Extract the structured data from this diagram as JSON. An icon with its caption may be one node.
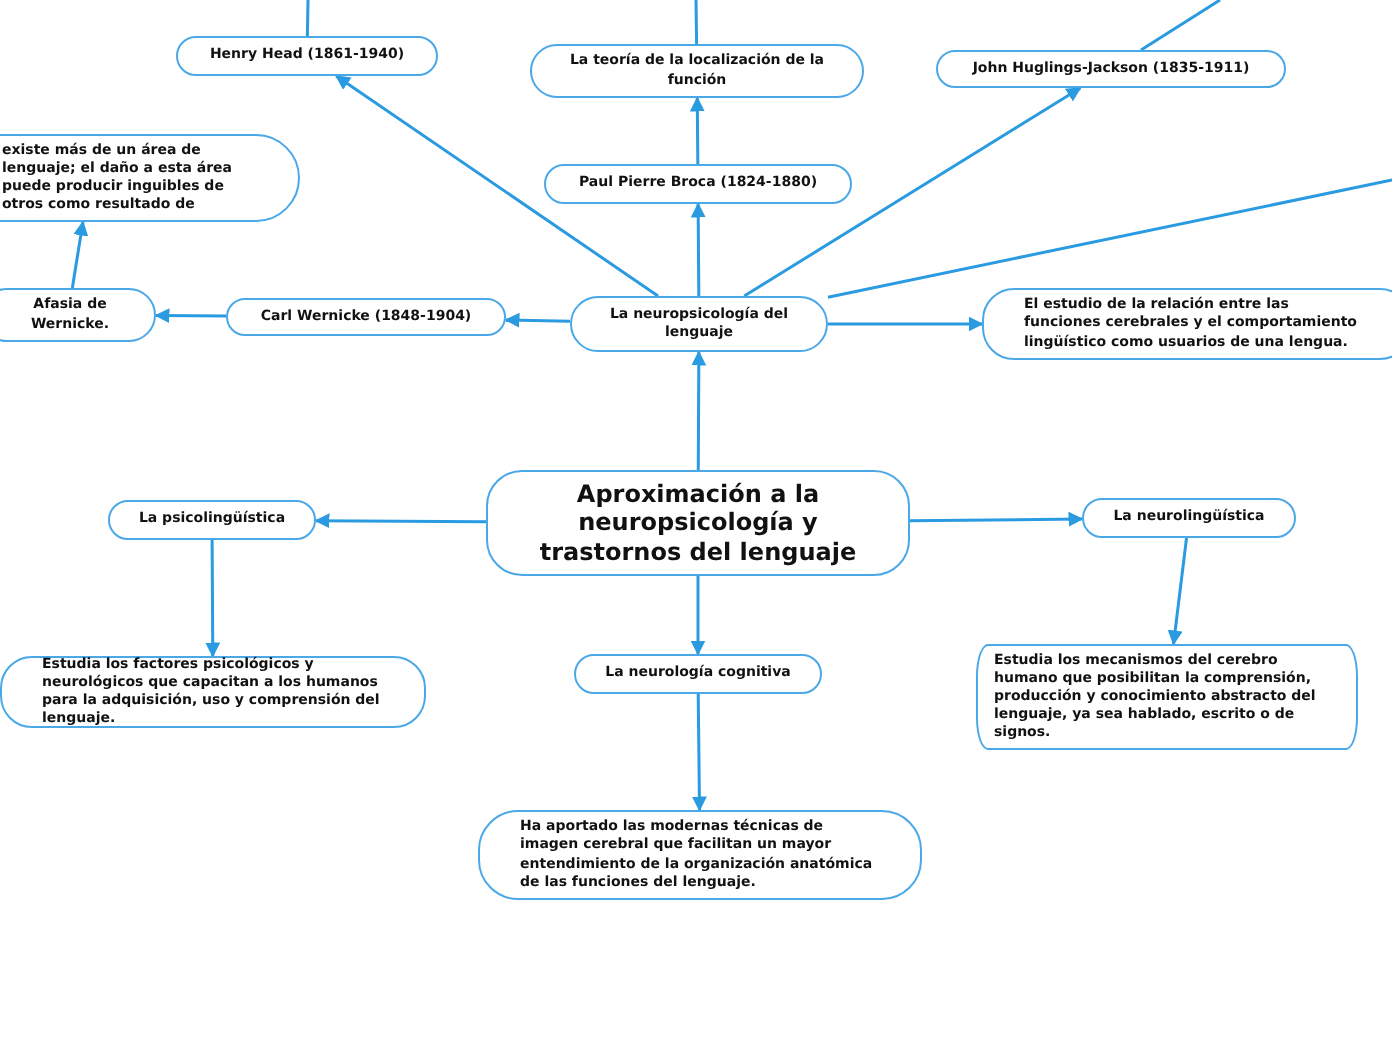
{
  "diagram": {
    "nodes": [
      {
        "text": [
          "Aproximación a la neuropsicología y trastornos del lenguaje"
        ]
      },
      {
        "text": [
          "La neuropsicología del lenguaje"
        ]
      },
      {
        "text": [
          "Henry Head (1861-1940)"
        ]
      },
      {
        "text": [
          "Paul Pierre Broca (1824-1880)"
        ]
      },
      {
        "text": [
          "La teoría de la localización de la función"
        ]
      },
      {
        "text": [
          "John Huglings-Jackson (1835-1911)"
        ]
      },
      {
        "text": [
          "Carl Wernicke (1848-1904)"
        ]
      },
      {
        "text": [
          "Afasia de Wernicke."
        ]
      },
      {
        "text": [
          "existe más de un área de lenguaje; el daño a esta área puede producir inguibles de otros como resultado de"
        ]
      },
      {
        "text": [
          "El estudio de la relación entre las funciones cerebrales y el comportamiento lingüístico como usuarios de una lengua."
        ]
      },
      {
        "text": [
          "La psicolingüística"
        ]
      },
      {
        "text": [
          "Estudia los factores psicológicos y neurológicos que capacitan a los humanos para la adquisición, uso y comprensión del lenguaje."
        ]
      },
      {
        "text": [
          "La neurolingüística"
        ]
      },
      {
        "text": [
          "Estudia los mecanismos del cerebro humano que posibilitan la comprensión, producción y conocimiento abstracto del lenguaje, ya sea hablado, escrito o de signos."
        ]
      },
      {
        "text": [
          "La neurología cognitiva"
        ]
      },
      {
        "text": [
          "Ha aportado las modernas técnicas de imagen cerebral que facilitan un mayor entendimiento de la organización anatómica de las funciones del lenguaje."
        ]
      }
    ],
    "edges": [
      {
        "from": 0,
        "to": 1,
        "arrow": "to"
      },
      {
        "from": 1,
        "to": 2,
        "arrow": "to"
      },
      {
        "from": 1,
        "to": 3,
        "arrow": "to"
      },
      {
        "from": 3,
        "to": 4,
        "arrow": "to"
      },
      {
        "from": 1,
        "to": 5,
        "arrow": "to"
      },
      {
        "from": 1,
        "to": 6,
        "arrow": "to"
      },
      {
        "from": 6,
        "to": 7,
        "arrow": "to"
      },
      {
        "from": 7,
        "to": 8,
        "arrow": "to"
      },
      {
        "from": 1,
        "to": 9,
        "arrow": "to"
      },
      {
        "from": 1,
        "to": null,
        "arrow": "none"
      },
      {
        "from": 0,
        "to": 10,
        "arrow": "to"
      },
      {
        "from": 10,
        "to": 11,
        "arrow": "to"
      },
      {
        "from": 0,
        "to": 12,
        "arrow": "to"
      },
      {
        "from": 12,
        "to": 13,
        "arrow": "to"
      },
      {
        "from": 0,
        "to": 14,
        "arrow": "to"
      },
      {
        "from": 14,
        "to": 15,
        "arrow": "to"
      },
      {
        "from": 2,
        "to": null,
        "arrow": "none"
      },
      {
        "from": 4,
        "to": null,
        "arrow": "none"
      },
      {
        "from": 5,
        "to": null,
        "arrow": "none"
      }
    ]
  }
}
